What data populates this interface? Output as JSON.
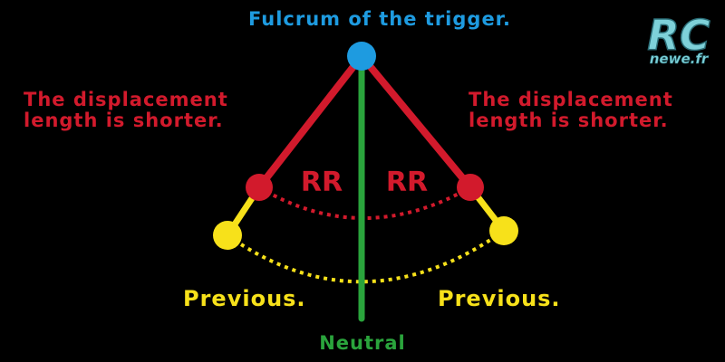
{
  "title": "Fulcrum of the trigger.",
  "left_note": {
    "line1": "The displacement",
    "line2": "length is shorter."
  },
  "right_note": {
    "line1": "The displacement",
    "line2": "length is shorter."
  },
  "rr_left": "RR",
  "rr_right": "RR",
  "previous_left": "Previous.",
  "previous_right": "Previous.",
  "neutral": "Neutral",
  "logo": {
    "main": "RC",
    "sub": "newe.fr"
  },
  "colors": {
    "background": "#000000",
    "fulcrum": "#1E9BE0",
    "rr": "#D21A2C",
    "previous": "#F7E11A",
    "neutral": "#2AA43C",
    "logo": "#7ED1D9"
  }
}
